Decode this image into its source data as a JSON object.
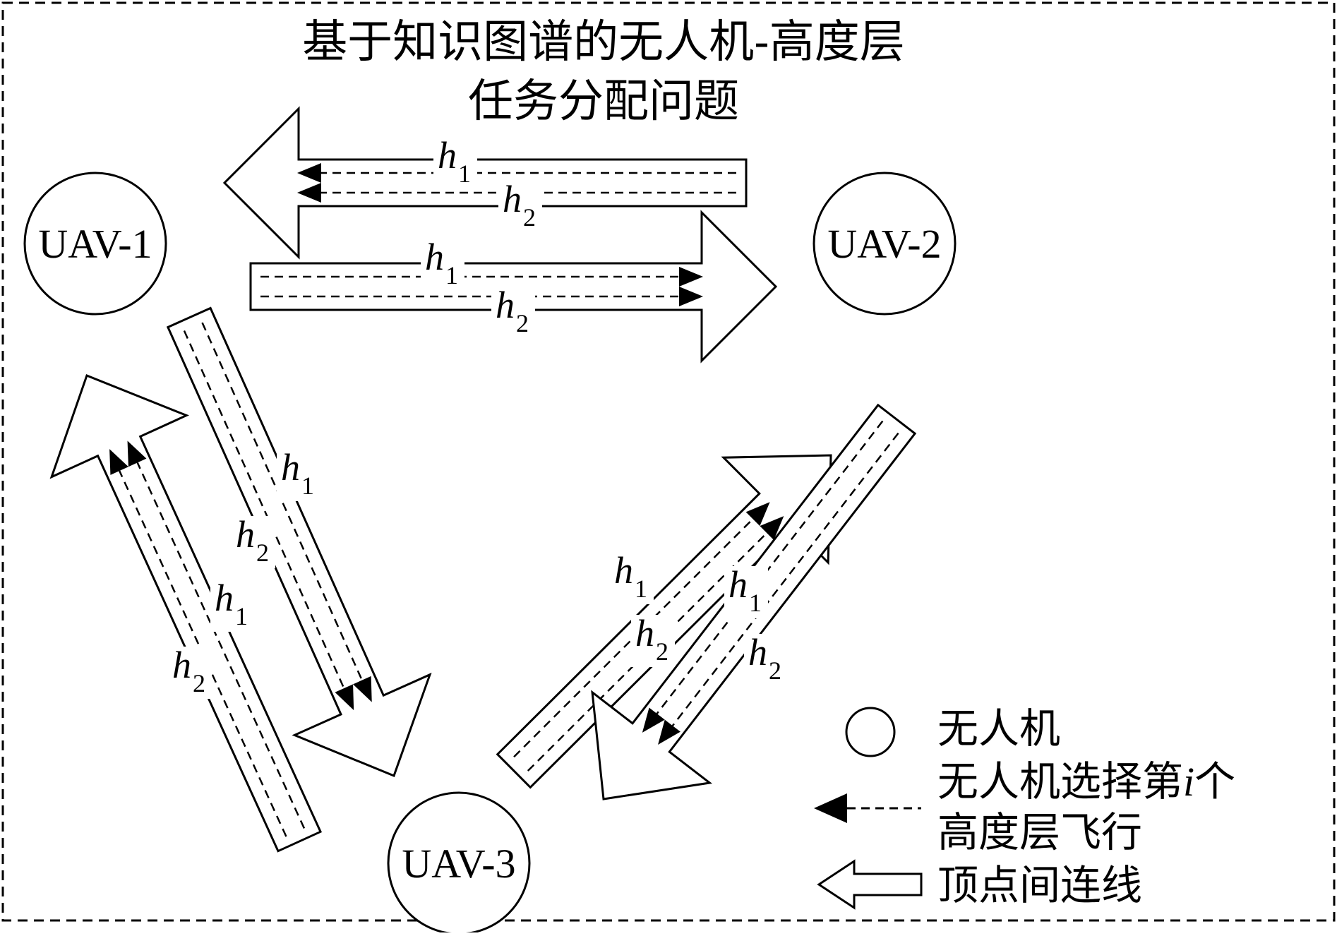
{
  "title": {
    "line1": "基于知识图谱的无人机-高度层",
    "line2": "任务分配问题"
  },
  "nodes": [
    {
      "id": "uav1",
      "label": "UAV-1"
    },
    {
      "id": "uav2",
      "label": "UAV-2"
    },
    {
      "id": "uav3",
      "label": "UAV-3"
    }
  ],
  "altitude_labels": {
    "h1_base": "h",
    "h1_sub": "1",
    "h2_base": "h",
    "h2_sub": "2"
  },
  "legend": {
    "uav": "无人机",
    "choose_prefix": "无人机选择第",
    "choose_var": "i",
    "choose_suffix": "个",
    "choose_line2": "高度层飞行",
    "edge": "顶点间连线"
  },
  "colors": {
    "stroke": "#000000",
    "background": "#ffffff"
  }
}
